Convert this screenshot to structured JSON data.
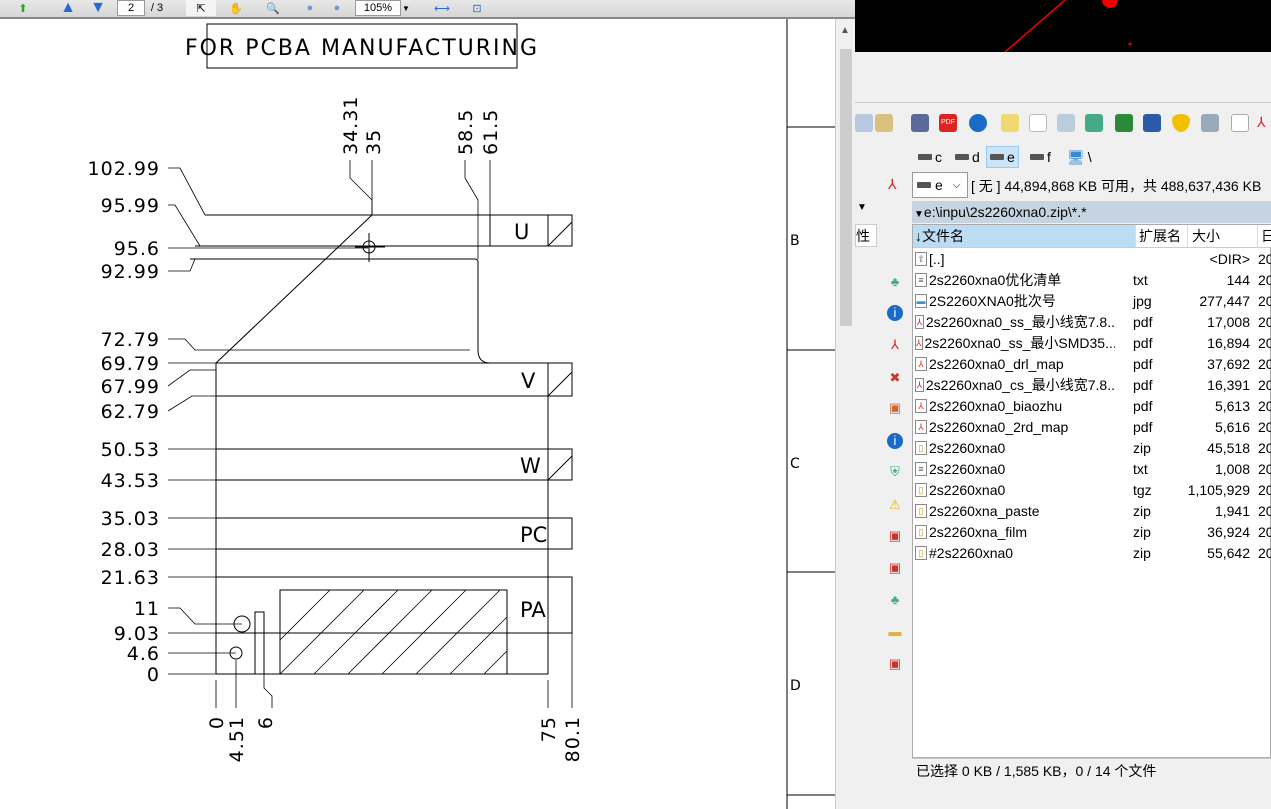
{
  "pdf_toolbar": {
    "page_current": "2",
    "page_total": "/ 3",
    "zoom": "105%"
  },
  "drawing": {
    "title": "FOR PCBA MANUFACTURING",
    "y_dims": [
      "102.99",
      "95.99",
      "95.6",
      "92.99",
      "72.79",
      "69.79",
      "67.99",
      "62.79",
      "50.53",
      "43.53",
      "35.03",
      "28.03",
      "21.63",
      "11",
      "9.03",
      "4.6",
      "0"
    ],
    "top_dims": [
      "34.31",
      "35",
      "58.5",
      "61.5"
    ],
    "bottom_dims": [
      "0",
      "4.51",
      "6",
      "75",
      "80.1"
    ],
    "layers": [
      "U",
      "V",
      "W",
      "PC",
      "PA"
    ],
    "zones": [
      "B",
      "C",
      "D"
    ]
  },
  "tc": {
    "drives": [
      "c",
      "d",
      "e",
      "f",
      "\\"
    ],
    "drive_select": "e",
    "free_space": "[ 无 ]  44,894,868 KB 可用，共 488,637,436 KB",
    "path": "e:\\inpu\\2s2260xna0.zip\\*.*",
    "left_col": "性",
    "columns": [
      "↓文件名",
      "扩展名",
      "大小",
      "日"
    ],
    "files": [
      {
        "name": "[..]",
        "ext": "",
        "size": "<DIR>",
        "date": "20",
        "icon": "up"
      },
      {
        "name": "2s2260xna0优化清单",
        "ext": "txt",
        "size": "144",
        "date": "20",
        "icon": "txt"
      },
      {
        "name": "2S2260XNA0批次号",
        "ext": "jpg",
        "size": "277,447",
        "date": "20",
        "icon": "img"
      },
      {
        "name": "2s2260xna0_ss_最小线宽7.8..",
        "ext": "pdf",
        "size": "17,008",
        "date": "20",
        "icon": "pdf"
      },
      {
        "name": "2s2260xna0_ss_最小SMD35...",
        "ext": "pdf",
        "size": "16,894",
        "date": "20",
        "icon": "pdf"
      },
      {
        "name": "2s2260xna0_drl_map",
        "ext": "pdf",
        "size": "37,692",
        "date": "20",
        "icon": "pdf"
      },
      {
        "name": "2s2260xna0_cs_最小线宽7.8..",
        "ext": "pdf",
        "size": "16,391",
        "date": "20",
        "icon": "pdf"
      },
      {
        "name": "2s2260xna0_biaozhu",
        "ext": "pdf",
        "size": "5,613",
        "date": "20",
        "icon": "pdf"
      },
      {
        "name": "2s2260xna0_2rd_map",
        "ext": "pdf",
        "size": "5,616",
        "date": "20",
        "icon": "pdf"
      },
      {
        "name": "2s2260xna0",
        "ext": "zip",
        "size": "45,518",
        "date": "20",
        "icon": "zip"
      },
      {
        "name": "2s2260xna0",
        "ext": "txt",
        "size": "1,008",
        "date": "20",
        "icon": "txt"
      },
      {
        "name": "2s2260xna0",
        "ext": "tgz",
        "size": "1,105,929",
        "date": "20",
        "icon": "zip"
      },
      {
        "name": "2s2260xna_paste",
        "ext": "zip",
        "size": "1,941",
        "date": "20",
        "icon": "zip"
      },
      {
        "name": "2s2260xna_film",
        "ext": "zip",
        "size": "36,924",
        "date": "20",
        "icon": "zip"
      },
      {
        "name": "#2s2260xna0",
        "ext": "zip",
        "size": "55,642",
        "date": "20",
        "icon": "zip"
      }
    ],
    "status": "已选择 0 KB / 1,585 KB，0 / 14 个文件"
  }
}
